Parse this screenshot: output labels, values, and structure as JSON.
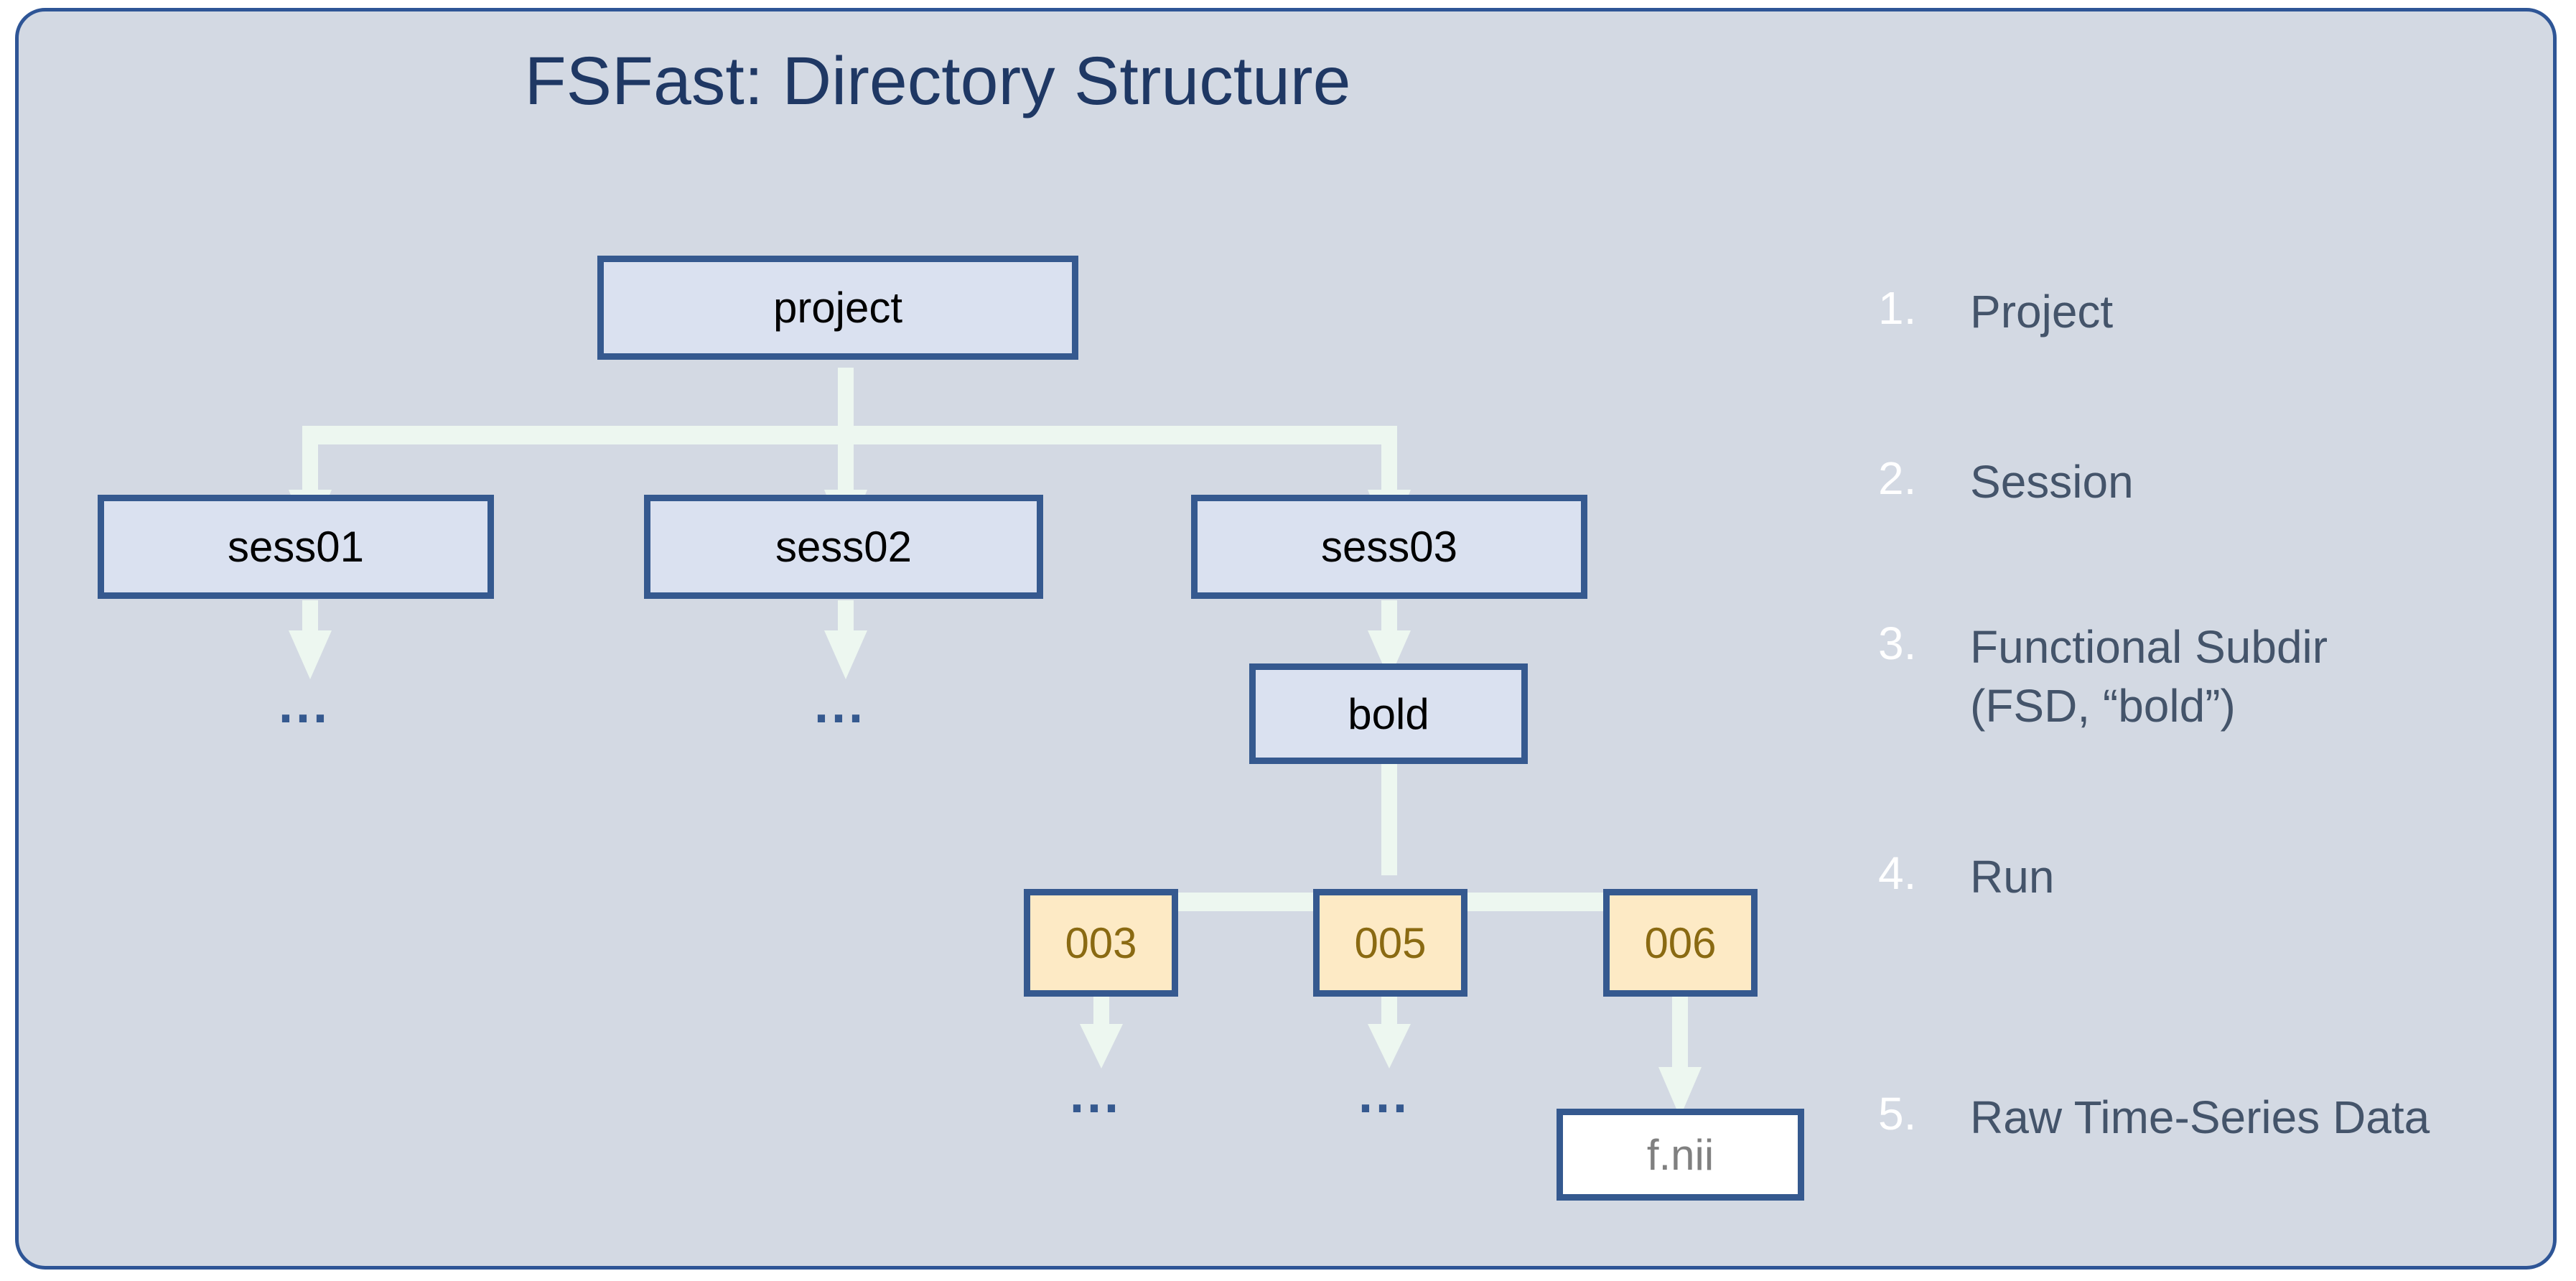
{
  "slide": {
    "title": "FSFast: Directory Structure",
    "background_color": "#d3d9e3",
    "frame_border_color": "#2e5596",
    "title_color": "#1f3864"
  },
  "palette": {
    "node_border": "#35598f",
    "node_blue_fill": "#dae1f0",
    "node_cream_fill": "#fdeac5",
    "node_cream_text": "#8a6a12",
    "node_white_fill": "#ffffff",
    "node_white_text": "#808080",
    "connector": "#edf7f0",
    "legend_number": "#ffffff",
    "legend_label": "#44546a",
    "ellipsis": "#35598f"
  },
  "tree": {
    "root": {
      "label": "project"
    },
    "sessions": [
      {
        "label": "sess01"
      },
      {
        "label": "sess02"
      },
      {
        "label": "sess03"
      }
    ],
    "fsd": {
      "label": "bold"
    },
    "runs": [
      {
        "label": "003"
      },
      {
        "label": "005"
      },
      {
        "label": "006"
      }
    ],
    "data_file": {
      "label": "f.nii"
    },
    "ellipses": [
      {
        "label": "..."
      },
      {
        "label": "..."
      },
      {
        "label": "..."
      },
      {
        "label": "..."
      }
    ]
  },
  "legend": {
    "items": [
      {
        "number": "1.",
        "label": "Project"
      },
      {
        "number": "2.",
        "label": "Session"
      },
      {
        "number": "3.",
        "label": "Functional Subdir\n(FSD, “bold”)"
      },
      {
        "number": "4.",
        "label": "Run"
      },
      {
        "number": "5.",
        "label": "Raw Time-Series Data"
      }
    ]
  }
}
